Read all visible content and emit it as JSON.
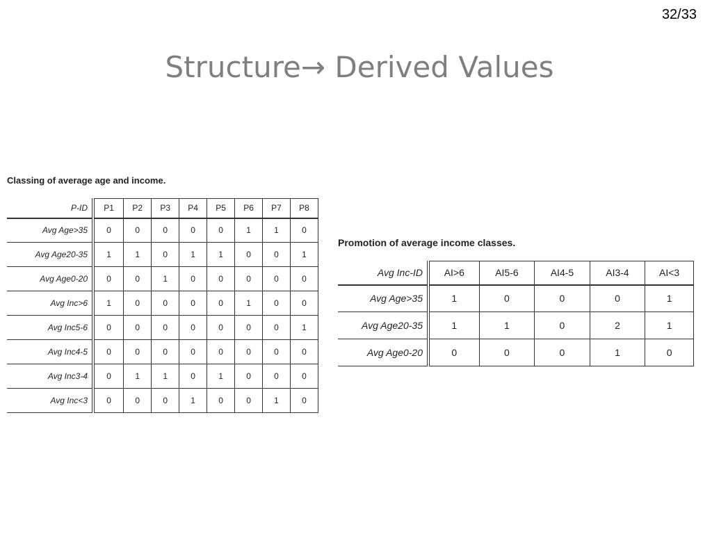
{
  "slide": {
    "page_number": "32/33",
    "title": "Structure→ Derived Values"
  },
  "table1": {
    "caption": "Classing of average age and income.",
    "corner": "P-ID",
    "columns": [
      "P1",
      "P2",
      "P3",
      "P4",
      "P5",
      "P6",
      "P7",
      "P8"
    ],
    "rows": [
      {
        "label": "Avg Age>35",
        "values": [
          "0",
          "0",
          "0",
          "0",
          "0",
          "1",
          "1",
          "0"
        ]
      },
      {
        "label": "Avg Age20-35",
        "values": [
          "1",
          "1",
          "0",
          "1",
          "1",
          "0",
          "0",
          "1"
        ]
      },
      {
        "label": "Avg Age0-20",
        "values": [
          "0",
          "0",
          "1",
          "0",
          "0",
          "0",
          "0",
          "0"
        ]
      },
      {
        "label": "Avg Inc>6",
        "values": [
          "1",
          "0",
          "0",
          "0",
          "0",
          "1",
          "0",
          "0"
        ]
      },
      {
        "label": "Avg Inc5-6",
        "values": [
          "0",
          "0",
          "0",
          "0",
          "0",
          "0",
          "0",
          "1"
        ]
      },
      {
        "label": "Avg Inc4-5",
        "values": [
          "0",
          "0",
          "0",
          "0",
          "0",
          "0",
          "0",
          "0"
        ]
      },
      {
        "label": "Avg Inc3-4",
        "values": [
          "0",
          "1",
          "1",
          "0",
          "1",
          "0",
          "0",
          "0"
        ]
      },
      {
        "label": "Avg Inc<3",
        "values": [
          "0",
          "0",
          "0",
          "1",
          "0",
          "0",
          "1",
          "0"
        ]
      }
    ]
  },
  "table2": {
    "caption": "Promotion of average income classes.",
    "corner": "Avg Inc-ID",
    "columns": [
      "AI>6",
      "AI5-6",
      "AI4-5",
      "AI3-4",
      "AI<3"
    ],
    "rows": [
      {
        "label": "Avg Age>35",
        "values": [
          "1",
          "0",
          "0",
          "0",
          "1"
        ]
      },
      {
        "label": "Avg Age20-35",
        "values": [
          "1",
          "1",
          "0",
          "2",
          "1"
        ]
      },
      {
        "label": "Avg Age0-20",
        "values": [
          "0",
          "0",
          "0",
          "1",
          "0"
        ]
      }
    ]
  }
}
